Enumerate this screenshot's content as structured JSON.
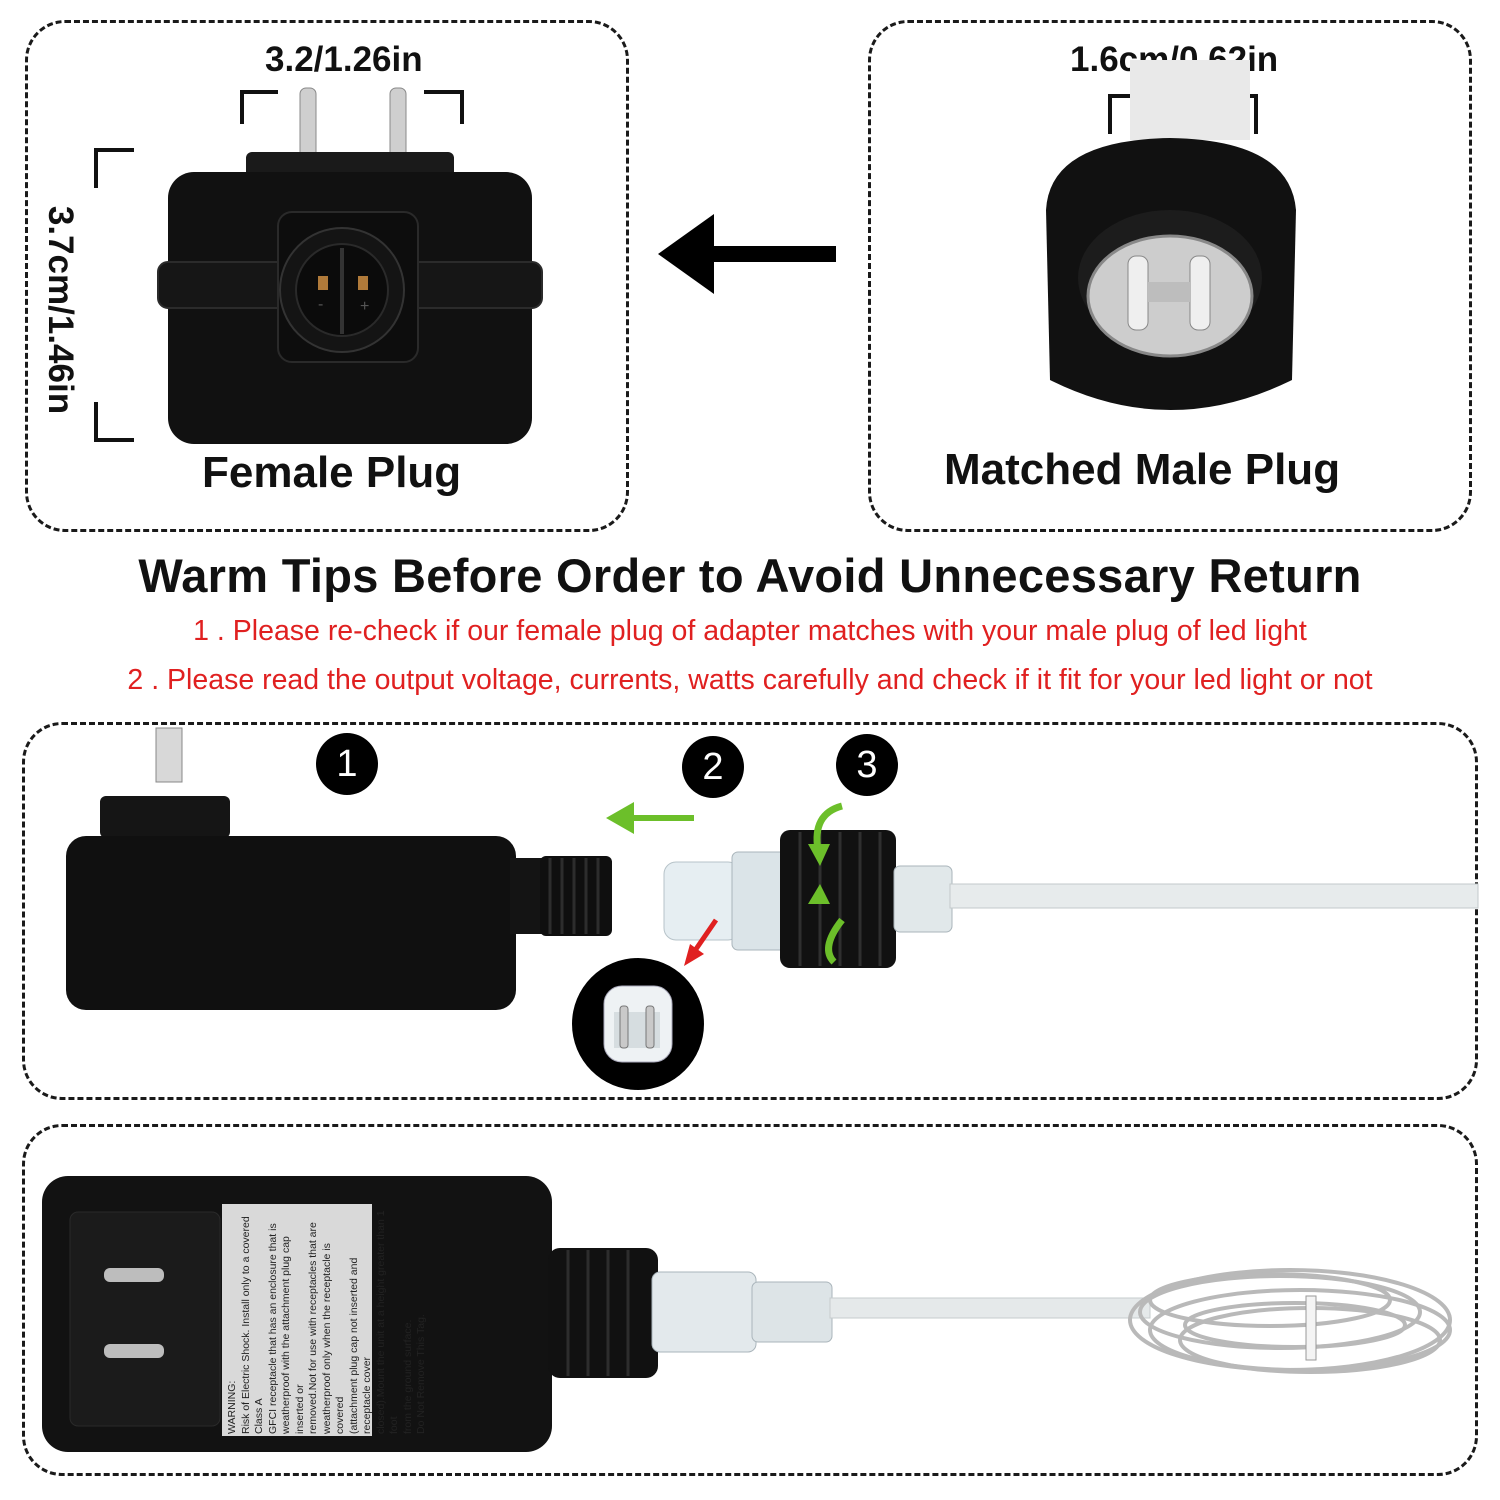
{
  "female_panel": {
    "width_label": "3.2/1.26in",
    "height_label": "3.7cm/1.46in",
    "caption": "Female Plug",
    "polarity_minus": "-",
    "polarity_plus": "+"
  },
  "male_panel": {
    "width_label": "1.6cm/0.62in",
    "caption": "Matched Male Plug"
  },
  "tips": {
    "title": "Warm Tips Before Order to Avoid Unnecessary Return",
    "items": [
      "1 . Please re-check if our female plug of adapter matches with your male plug of led light",
      "2 . Please read the output voltage, currents, watts carefully and check if it fit for your led light or not"
    ]
  },
  "steps": {
    "badges": [
      "1",
      "2",
      "3"
    ]
  },
  "label_sticker": {
    "lines": [
      "WARNING:",
      "Risk of Electric Shock. Install only to a covered Class A",
      "GFCI receptacle that has an enclosure that is",
      "weatherproof with the attachment plug cap inserted or",
      "removed.Not for use with receptacles that are",
      "weatherproof only when the receptacle is covered",
      "(attachment plug cap not inserted and receptacle cover",
      "closed).Mount the unit at a height greater than 1 foot",
      "from the ground surface.",
      "Do Not Remove This Tag."
    ]
  },
  "colors": {
    "tip_text": "#e02020",
    "arrow_green": "#6cbf2a",
    "arrow_red": "#e02020",
    "adapter_black": "#111111"
  }
}
